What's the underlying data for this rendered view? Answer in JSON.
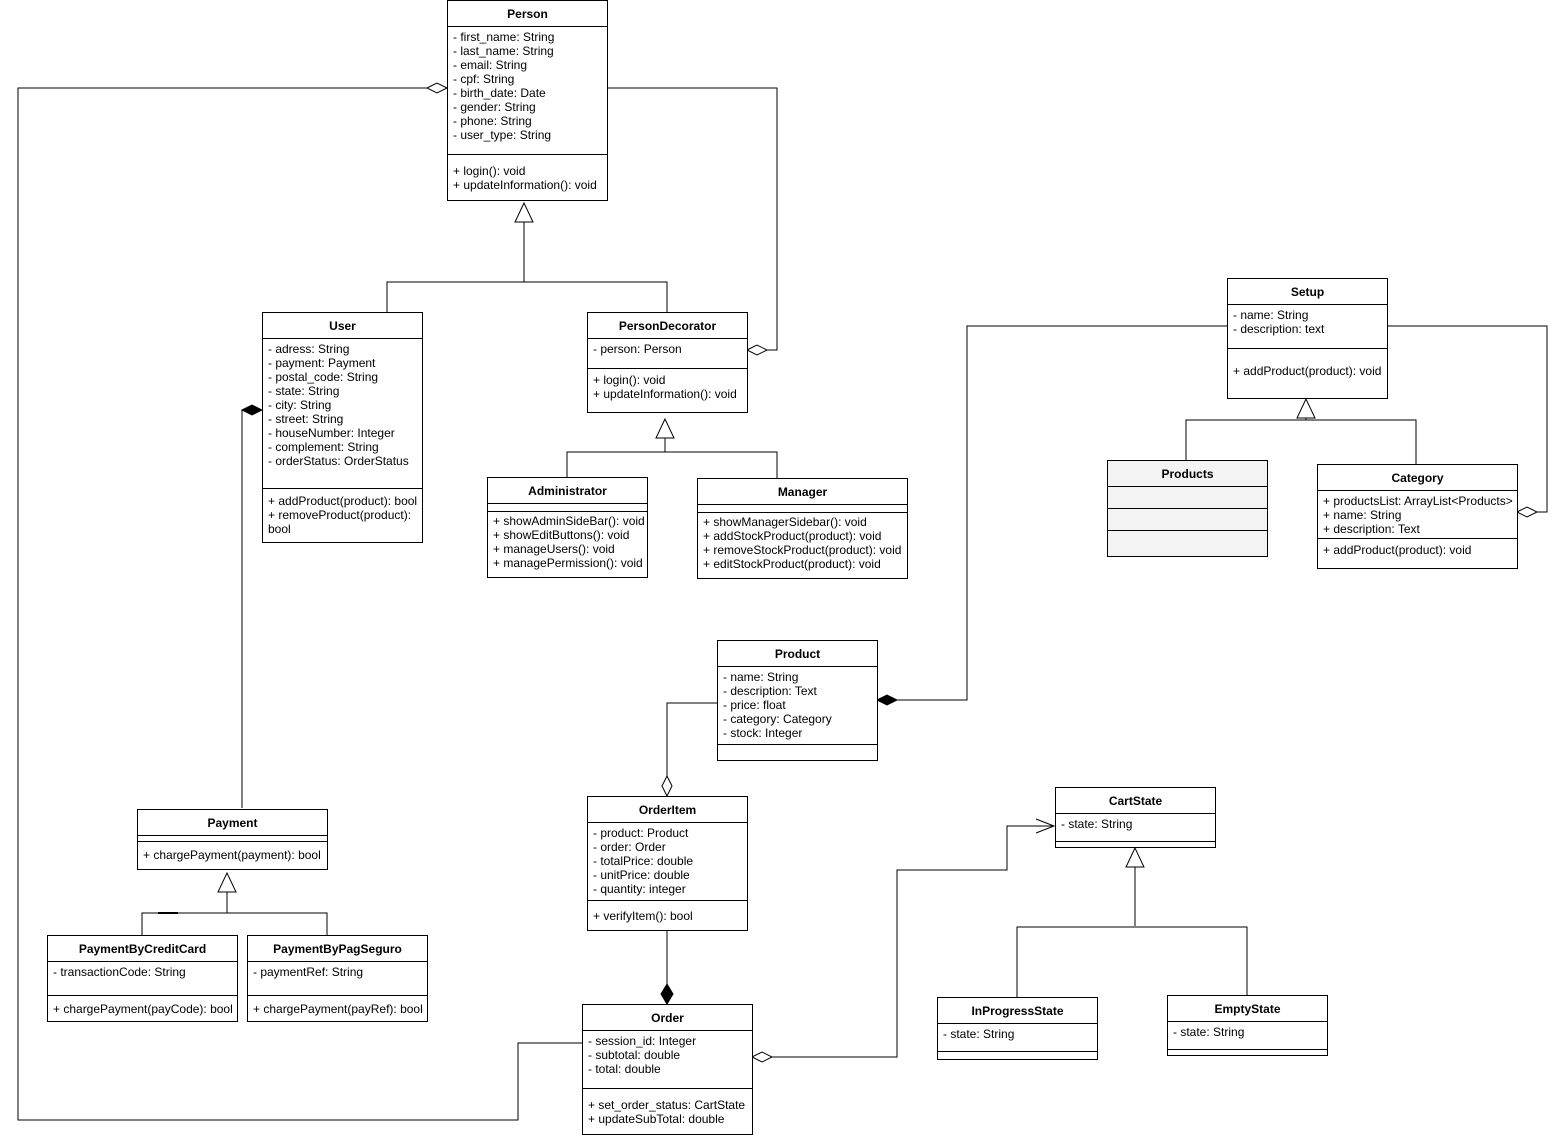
{
  "classes": {
    "person": {
      "title": "Person",
      "attributes": [
        "- first_name: String",
        "- last_name: String",
        "- email: String",
        "- cpf: String",
        "- birth_date: Date",
        "- gender: String",
        "- phone: String",
        "- user_type: String"
      ],
      "methods": [
        "+ login(): void",
        "+ updateInformation(): void"
      ]
    },
    "user": {
      "title": "User",
      "attributes": [
        "- adress: String",
        "- payment: Payment",
        "- postal_code: String",
        "- state: String",
        "- city: String",
        "- street: String",
        "- houseNumber: Integer",
        "- complement: String",
        "- orderStatus: OrderStatus"
      ],
      "methods": [
        "+ addProduct(product): bool",
        "+ removeProduct(product): bool"
      ]
    },
    "person_decorator": {
      "title": "PersonDecorator",
      "attributes": [
        "- person: Person"
      ],
      "methods": [
        "+ login(): void",
        "+ updateInformation(): void"
      ]
    },
    "administrator": {
      "title": "Administrator",
      "attributes": [],
      "methods": [
        "+ showAdminSideBar(): void",
        "+ showEditButtons(): void",
        "+ manageUsers(): void",
        "+ managePermission(): void"
      ]
    },
    "manager": {
      "title": "Manager",
      "attributes": [],
      "methods": [
        "+ showManagerSidebar(): void",
        "+ addStockProduct(product): void",
        "+ removeStockProduct(product): void",
        "+ editStockProduct(product): void"
      ]
    },
    "setup": {
      "title": "Setup",
      "attributes": [
        "- name: String",
        "- description: text"
      ],
      "methods": [
        "+ addProduct(product): void"
      ]
    },
    "products": {
      "title": "Products",
      "attributes": [],
      "methods": []
    },
    "category": {
      "title": "Category",
      "attributes": [
        "+ productsList: ArrayList<Products>",
        "+ name: String",
        "+ description: Text"
      ],
      "methods": [
        "+ addProduct(product): void"
      ]
    },
    "product": {
      "title": "Product",
      "attributes": [
        "- name: String",
        "- description: Text",
        "- price: float",
        "- category: Category",
        "- stock: Integer"
      ],
      "methods": []
    },
    "order_item": {
      "title": "OrderItem",
      "attributes": [
        "- product: Product",
        "- order: Order",
        "- totalPrice: double",
        "- unitPrice: double",
        "- quantity: integer"
      ],
      "methods": [
        "+ verifyItem(): bool"
      ]
    },
    "cart_state": {
      "title": "CartState",
      "attributes": [
        "- state: String"
      ],
      "methods": []
    },
    "payment": {
      "title": "Payment",
      "attributes": [],
      "methods": [
        "+ chargePayment(payment): bool"
      ]
    },
    "payment_credit_card": {
      "title": "PaymentByCreditCard",
      "attributes": [
        "- transactionCode: String"
      ],
      "methods": [
        "+ chargePayment(payCode): bool"
      ]
    },
    "payment_pag_seguro": {
      "title": "PaymentByPagSeguro",
      "attributes": [
        "- paymentRef: String"
      ],
      "methods": [
        "+ chargePayment(payRef): bool"
      ]
    },
    "order": {
      "title": "Order",
      "attributes": [
        "- session_id: Integer",
        "- subtotal: double",
        "- total: double"
      ],
      "methods": [
        "+ set_order_status: CartState",
        "+ updateSubTotal: double"
      ]
    },
    "in_progress_state": {
      "title": "InProgressState",
      "attributes": [
        "- state: String"
      ],
      "methods": []
    },
    "empty_state": {
      "title": "EmptyState",
      "attributes": [
        "- state: String"
      ],
      "methods": []
    }
  }
}
